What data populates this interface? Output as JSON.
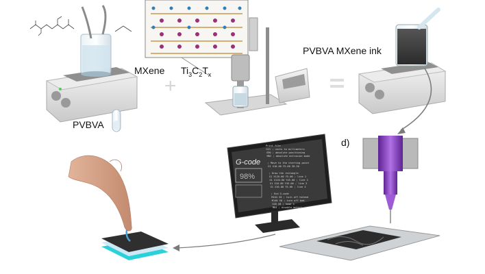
{
  "labels": {
    "pvbva": "PVBVA",
    "mxene": "MXene",
    "formula": {
      "ti": "Ti",
      "three": "3",
      "c": "C",
      "two": "2",
      "t": "T",
      "x": "x"
    },
    "ink": "PVBVA MXene ink",
    "panel_d": "d)",
    "plus": "+",
    "equals": "="
  },
  "monitor": {
    "title": "G-code",
    "percent": "98%",
    "lines": [
      "Print file",
      "G21 ; units to millimeters",
      "G90 ; absolute positioning",
      "M82 ; absolute extrusion mode",
      "",
      "; Move to the starting point",
      "G1 X10.00 Y5.00 Z0.30",
      "",
      "; Draw the rectangle",
      "G1 X120.00 Y5.00 ; line 1",
      "G1 X120.00 Y45.00 ; line 2",
      "G1 X10.00 Y45.00 ; line 3",
      "G1 X10.00 Y5.00 ; line 4",
      "",
      "; End G-code",
      "M104 S0 ; turn off hotend",
      "M140 S0 ; turn off bed",
      "G28 X0 ; home X",
      "M84 ; disable motors"
    ]
  },
  "colors": {
    "purple": "#8a3cc7",
    "ink": "#3a3a3a",
    "accent_blue": "#4aa3d8"
  }
}
